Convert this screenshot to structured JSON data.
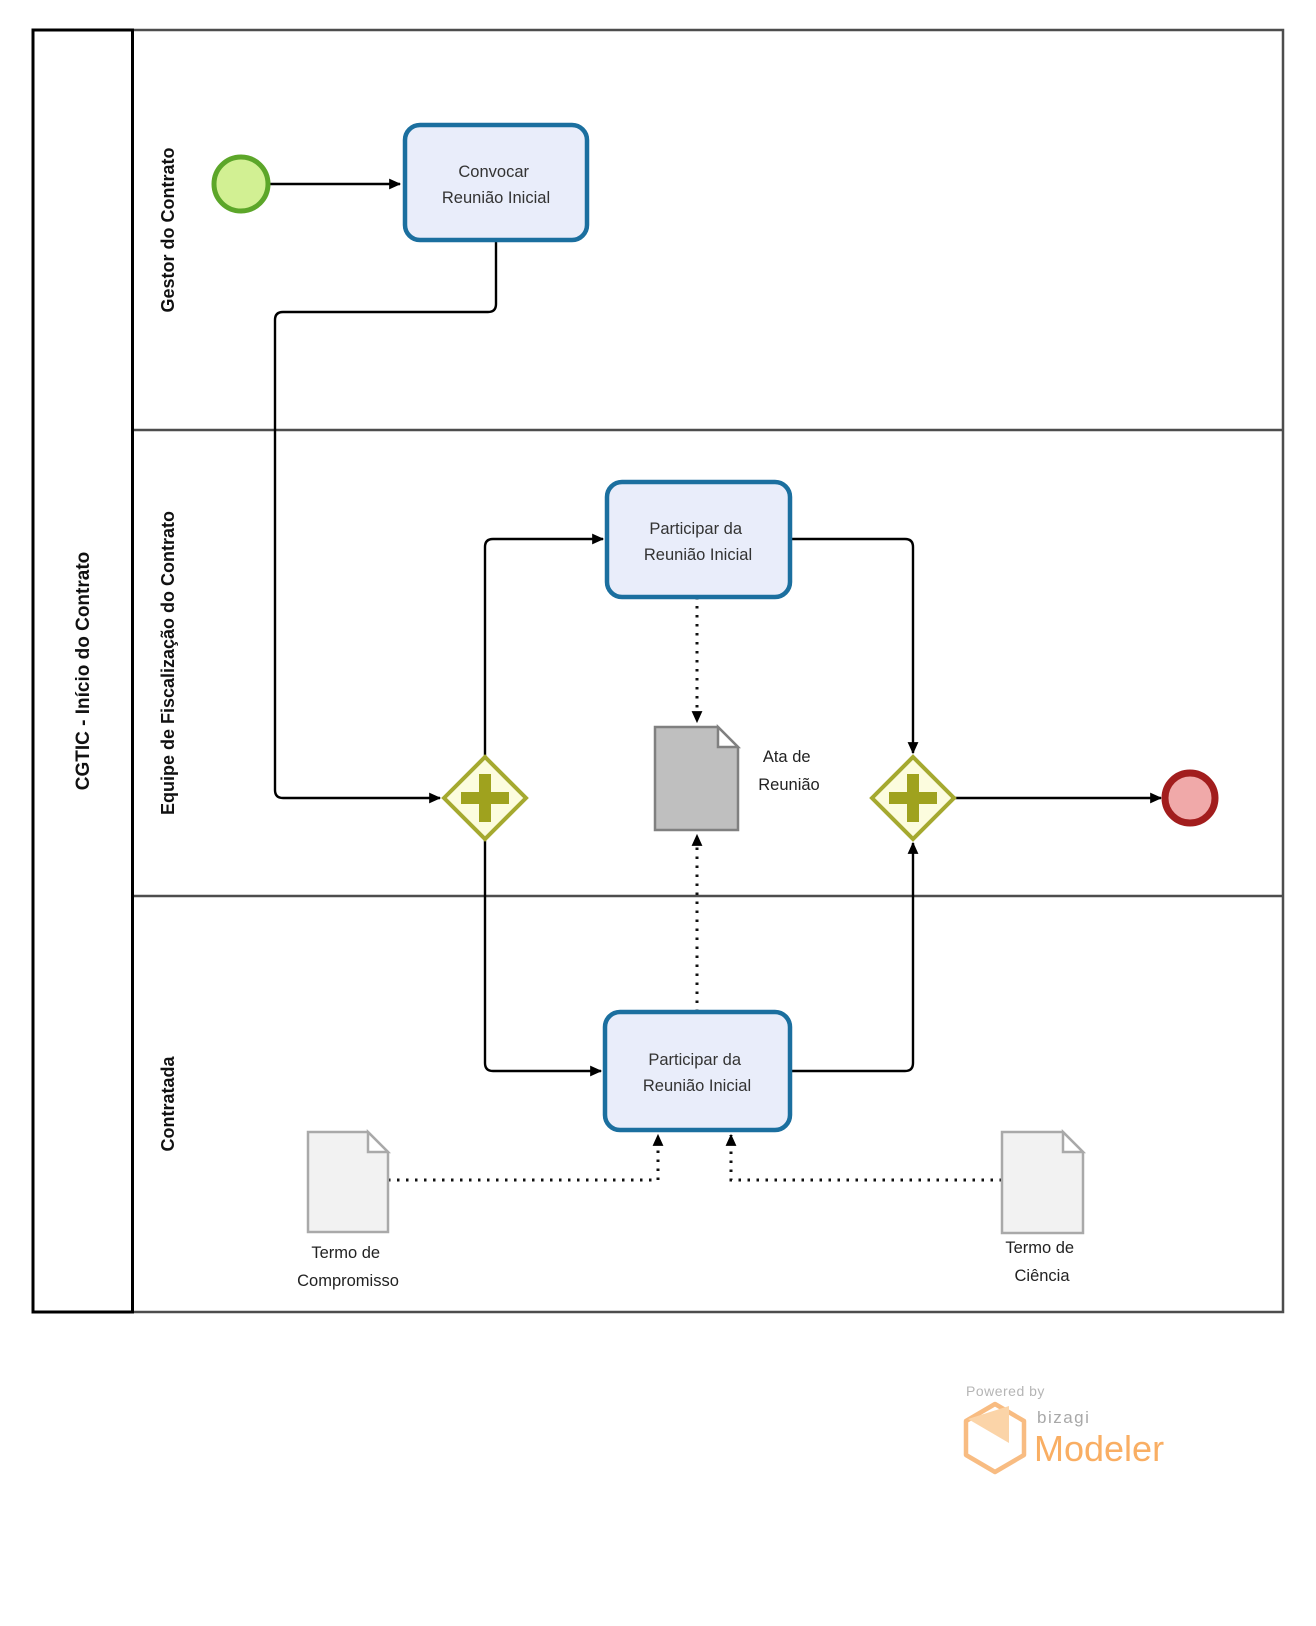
{
  "pool": {
    "title": "CGTIC - Início do Contrato",
    "lanes": [
      {
        "label": "Gestor do Contrato"
      },
      {
        "label": "Equipe de Fiscalização do Contrato"
      },
      {
        "label": "Contratada"
      }
    ]
  },
  "tasks": {
    "convocar": {
      "line1": "Convocar",
      "line2": "Reunião Inicial"
    },
    "participar_fiscalizacao": {
      "line1": "Participar da",
      "line2": "Reunião Inicial"
    },
    "participar_contratada": {
      "line1": "Participar da",
      "line2": "Reunião Inicial"
    }
  },
  "data_objects": {
    "ata": {
      "line1": "Ata de",
      "line2": "Reunião"
    },
    "termo_compromisso": {
      "line1": "Termo de",
      "line2": "Compromisso"
    },
    "termo_ciencia": {
      "line1": "Termo de",
      "line2": "Ciência"
    }
  },
  "footer": {
    "powered_by": "Powered by",
    "brand": "bizagi",
    "product": "Modeler"
  },
  "colors": {
    "task_fill": "#E9EDFA",
    "task_border": "#1B6F9F",
    "start_fill": "#D2F093",
    "start_border": "#5CA629",
    "end_fill": "#F0A9A9",
    "end_border": "#A21D1D",
    "gateway_fill": "#FCFCDE",
    "gateway_border": "#A5A92F",
    "gateway_plus": "#9FA21E",
    "ata_fill": "#BFBFBF",
    "ata_border": "#808080",
    "doc_fill": "#F2F2F2",
    "doc_border": "#A9A9A9",
    "fold_fill": "#FFFFFF",
    "pool_border": "#000000",
    "lane_border": "#4D4D4D",
    "brand_orange": "#F9AE63",
    "brand_hex_stroke": "#F8BC82",
    "brand_hex_flap": "#FBD4A8",
    "brand_gray": "#A8A8A8",
    "powered_gray": "#B5B5B5"
  }
}
